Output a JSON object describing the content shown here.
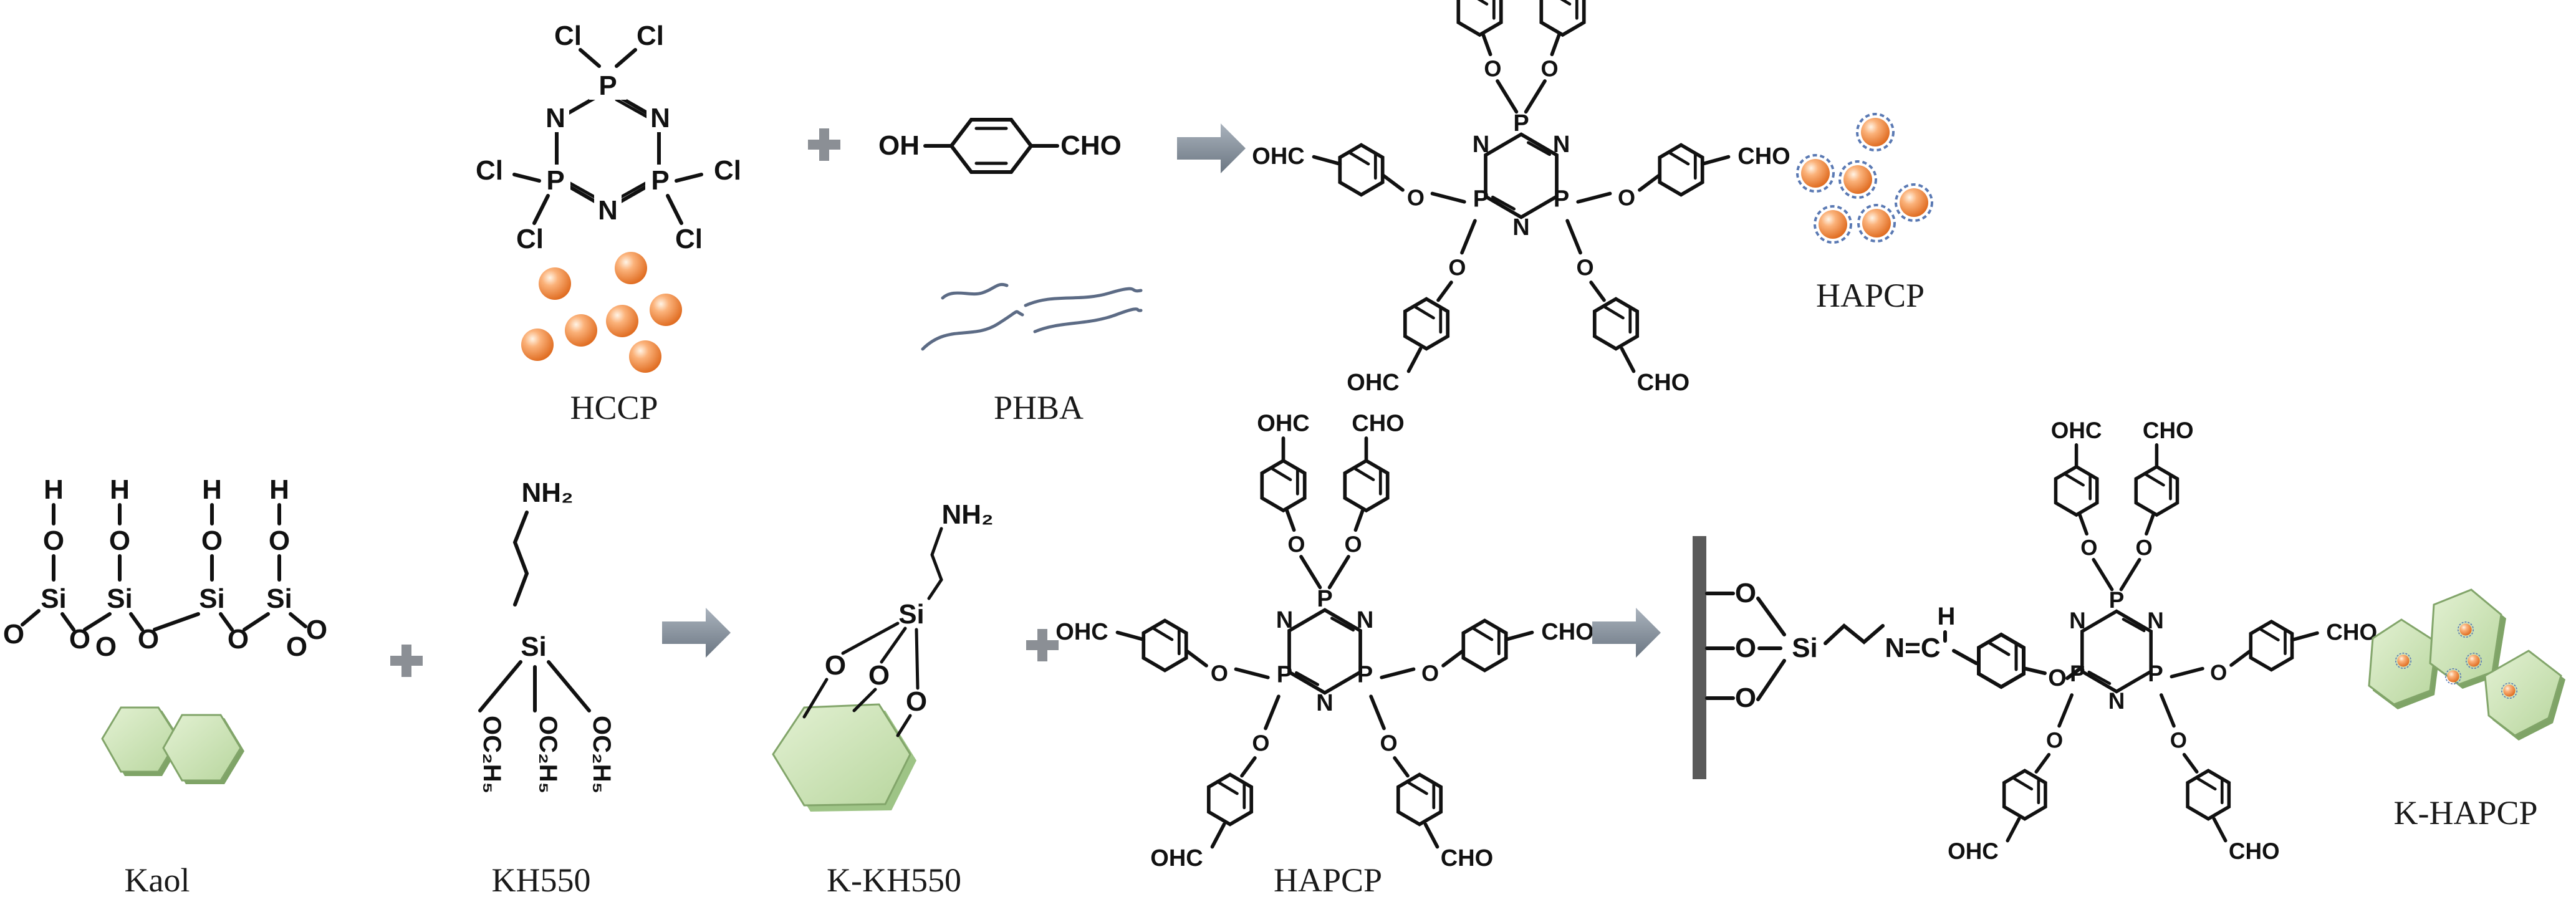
{
  "colors": {
    "arrow": "#7c8794",
    "plus": "#8b8f95",
    "sphere_light": "#fde3c6",
    "sphere_dark": "#e87a30",
    "halo": "#5a79b3",
    "clay_fill": "#d4e8bf",
    "clay_edge": "#82a56a",
    "fiber": "#5c6b85",
    "wall": "#5a5a5a"
  },
  "atoms": {
    "cl": "Cl",
    "p": "P",
    "n": "N",
    "o": "O",
    "oh": "OH",
    "cho": "CHO",
    "ohc": "OHC",
    "h": "H",
    "si": "Si",
    "nh2": "NH₂",
    "oc2h5": "OC₂H₅",
    "imine": "N=C"
  },
  "labels": {
    "hccp": "HCCP",
    "phba": "PHBA",
    "hapcp_top": "HAPCP",
    "kaol": "Kaol",
    "kh550": "KH550",
    "k_kh550": "K-KH550",
    "hapcp_bottom": "HAPCP",
    "k_hapcp": "K-HAPCP"
  }
}
